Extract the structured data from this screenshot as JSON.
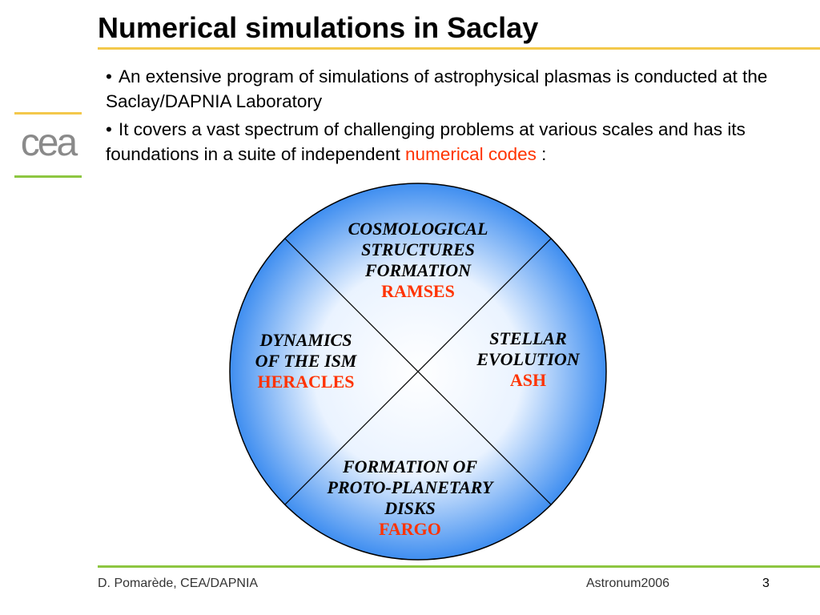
{
  "slide": {
    "title": "Numerical simulations in Saclay"
  },
  "logo": {
    "text": "cea"
  },
  "bullets": [
    {
      "glyph": "•",
      "text": "An extensive program of simulations of astrophysical plasmas is conducted at the Saclay/DAPNIA Laboratory"
    },
    {
      "glyph": "•",
      "text_before": "It covers a vast spectrum of challenging problems at various scales and has its foundations in a suite of independent ",
      "accent_text": "numerical codes",
      "text_after": " :"
    }
  ],
  "diagram": {
    "quadrants": [
      {
        "id": "top",
        "topic": "COSMOLOGICAL STRUCTURES FORMATION",
        "code": "RAMSES"
      },
      {
        "id": "left",
        "topic": "DYNAMICS OF THE ISM",
        "code": "HERACLES"
      },
      {
        "id": "right",
        "topic": "STELLAR EVOLUTION",
        "code": "ASH"
      },
      {
        "id": "bottom",
        "topic": "FORMATION OF PROTO-PLANETARY DISKS",
        "code": "FARGO"
      }
    ],
    "colors": {
      "edge": "#3f8ef0",
      "center": "#ffffff",
      "code_text": "#ff3300"
    }
  },
  "footer": {
    "author": "D. Pomarède, CEA/DAPNIA",
    "event": "Astronum2006",
    "page_number": "3"
  },
  "colors": {
    "title_rule": "#f3c84b",
    "footer_rule": "#8dc641",
    "accent": "#ff3300"
  }
}
